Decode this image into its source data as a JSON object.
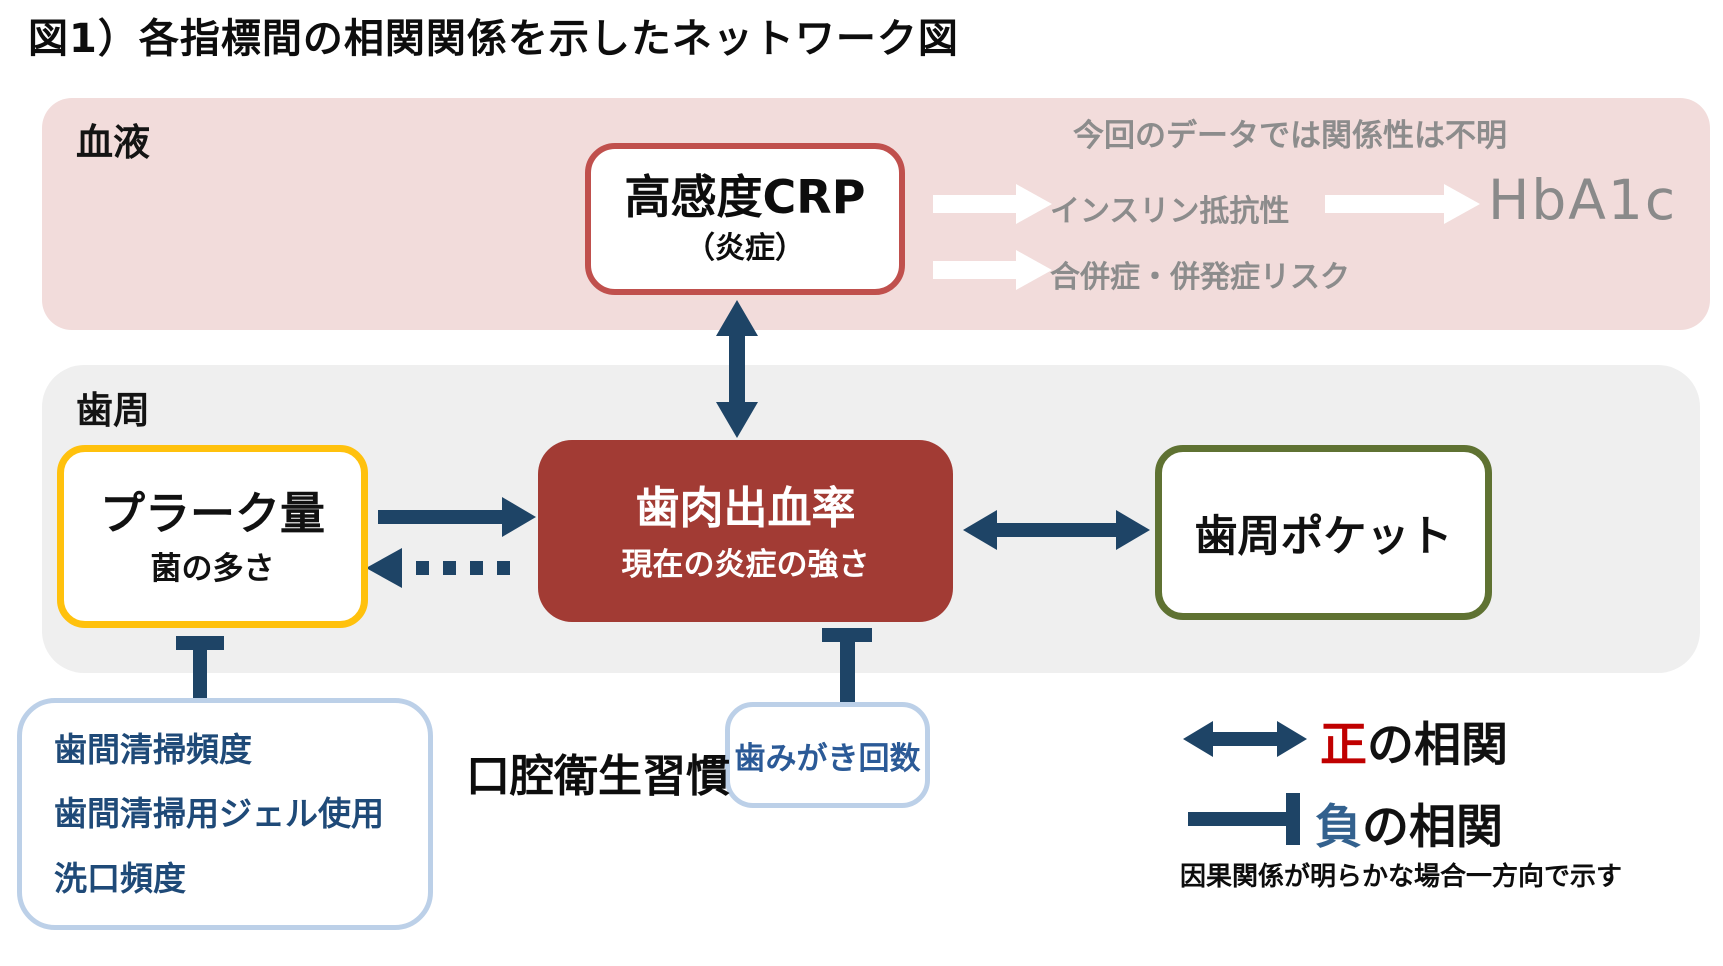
{
  "title": "図1）各指標間の相関関係を示したネットワーク図",
  "blood_section": {
    "label": "血液",
    "crp_box": {
      "title": "高感度CRP",
      "subtitle": "（炎症）"
    },
    "unknown_note": "今回のデータでは関係性は不明",
    "insulin_label": "インスリン抵抗性",
    "hba1c_label": "HbA1c",
    "complication_label": "合併症・併発症リスク"
  },
  "perio_section": {
    "label": "歯周",
    "plaque_box": {
      "title": "プラーク量",
      "subtitle": "菌の多さ"
    },
    "bleeding_box": {
      "title": "歯肉出血率",
      "subtitle": "現在の炎症の強さ"
    },
    "pocket_box": {
      "title": "歯周ポケット"
    }
  },
  "hygiene_section": {
    "label": "口腔衛生習慣",
    "habit_box_items": [
      "歯間清掃頻度",
      "歯間清掃用ジェル使用",
      "洗口頻度"
    ],
    "brushing_box": {
      "title": "歯みがき回数"
    }
  },
  "legend": {
    "positive": {
      "highlight": "正",
      "rest": "の相関"
    },
    "negative": {
      "highlight": "負",
      "rest": "の相関"
    },
    "note": "因果関係が明らかな場合一方向で示す"
  },
  "colors": {
    "blood_region_bg": "#f2dcdb",
    "perio_region_bg": "#efefef",
    "crp_border": "#c0504d",
    "bleeding_fill": "#a23b34",
    "plaque_border": "#ffc10d",
    "pocket_border": "#5f7232",
    "habit_border": "#bcd0e8",
    "habit_text": "#1f4a78",
    "arrow_navy": "#1e4466",
    "gray_text": "#8c8c8c",
    "positive_highlight": "#c00000",
    "negative_highlight": "#33618e"
  }
}
